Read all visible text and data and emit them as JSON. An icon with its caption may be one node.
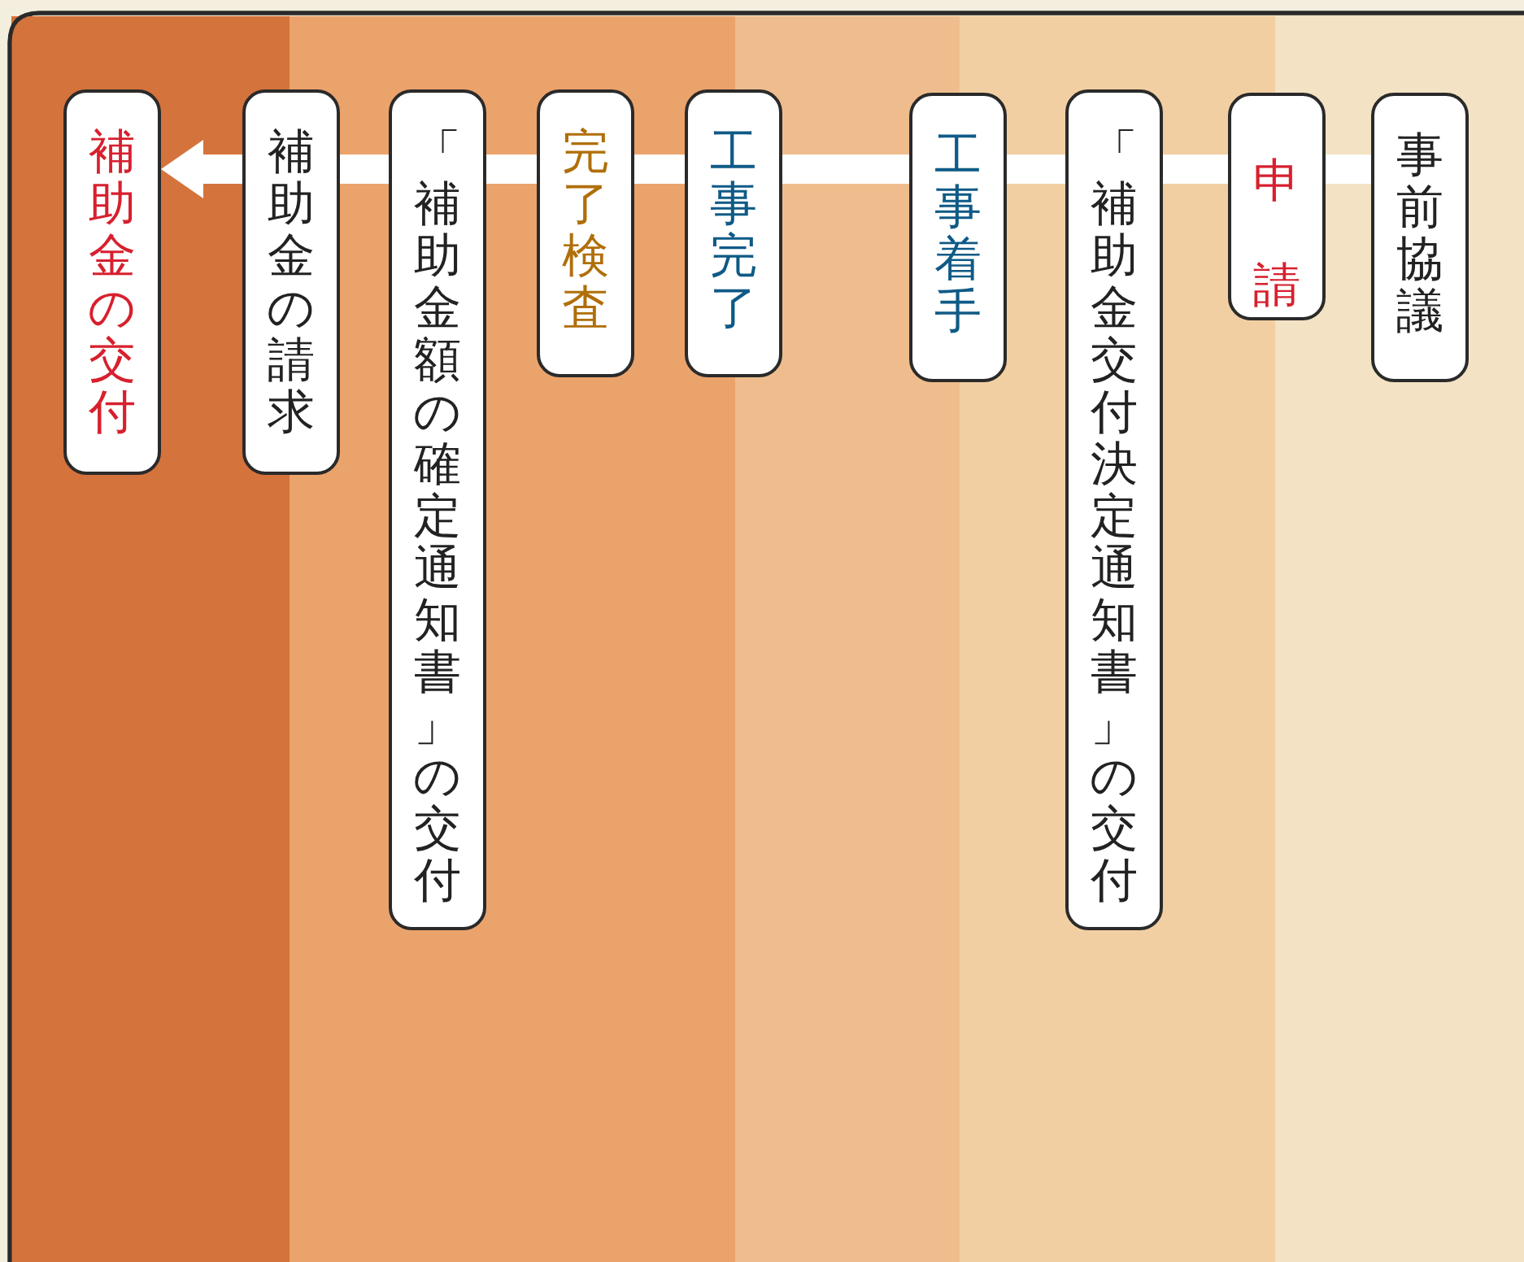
{
  "diagram": {
    "nodes": [
      {
        "text": [
          "事前協議"
        ]
      },
      {
        "text": [
          "申請"
        ]
      },
      {
        "text": [
          "「補助金交付決定通知書」の交付"
        ]
      },
      {
        "text": [
          "工事着手"
        ]
      },
      {
        "text": [
          "工事完了"
        ]
      },
      {
        "text": [
          "完了検査"
        ]
      },
      {
        "text": [
          "「補助金額の確定通知書」の交付"
        ]
      },
      {
        "text": [
          "補助金の請求"
        ]
      },
      {
        "text": [
          "補助金の交付"
        ]
      }
    ],
    "edges": [
      {
        "from": 0,
        "to": 1,
        "arrow": "none"
      },
      {
        "from": 1,
        "to": 2,
        "arrow": "none"
      },
      {
        "from": 2,
        "to": 3,
        "arrow": "none"
      },
      {
        "from": 3,
        "to": 4,
        "arrow": "none"
      },
      {
        "from": 4,
        "to": 5,
        "arrow": "none"
      },
      {
        "from": 5,
        "to": 6,
        "arrow": "none"
      },
      {
        "from": 6,
        "to": 7,
        "arrow": "none"
      },
      {
        "from": 7,
        "to": 8,
        "arrow": "to"
      }
    ]
  }
}
